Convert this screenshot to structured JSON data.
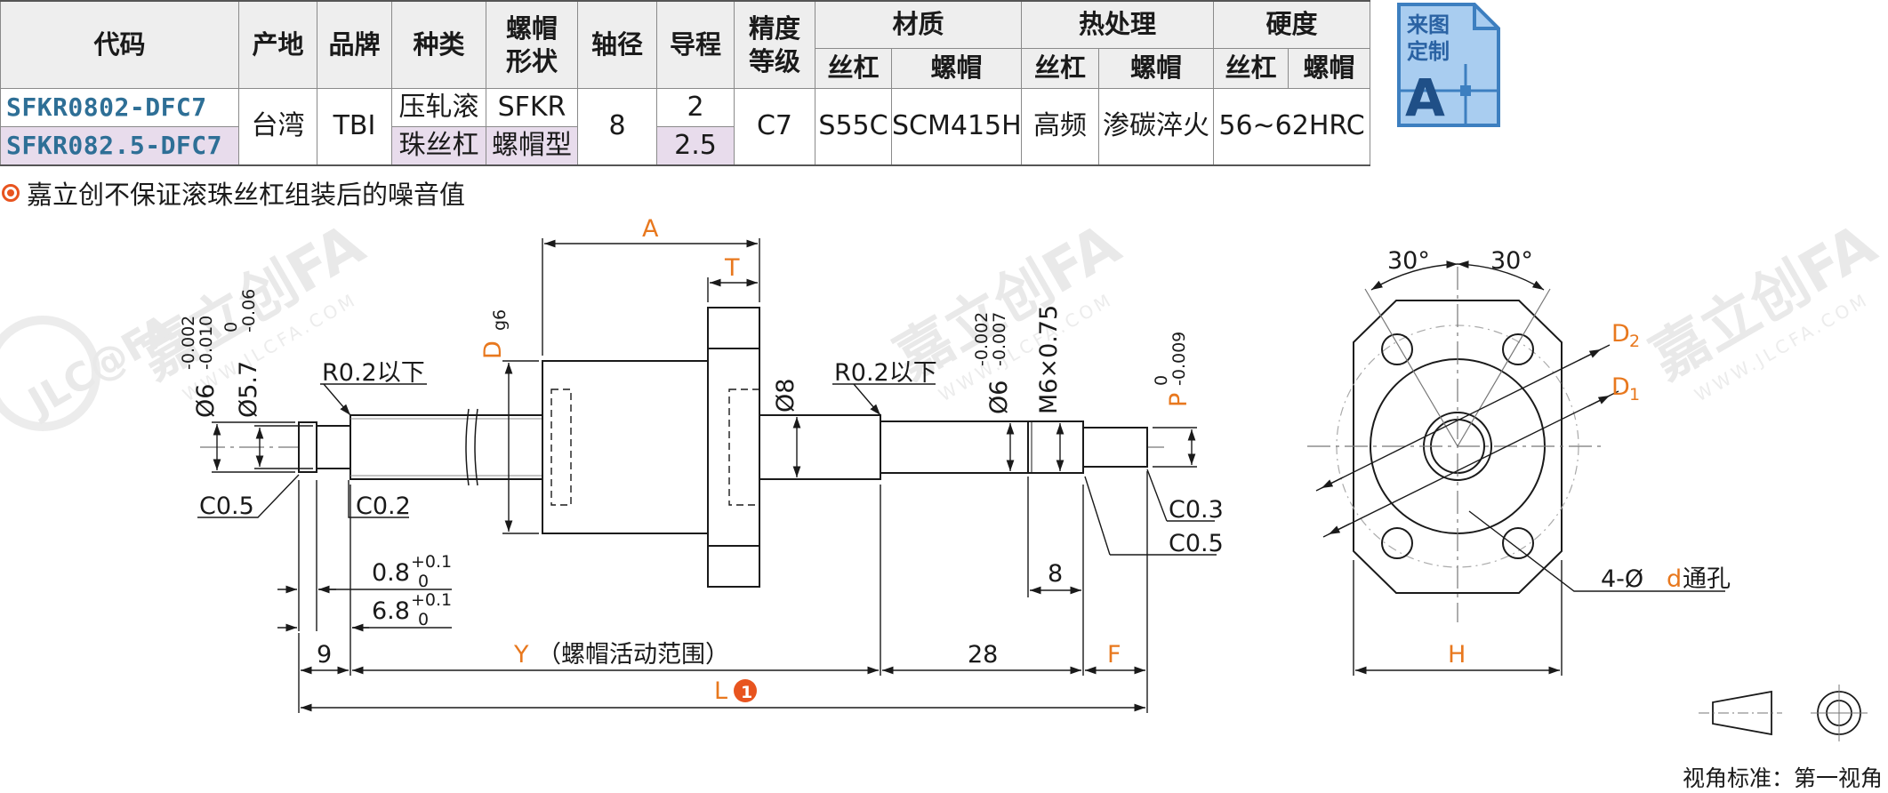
{
  "table": {
    "headers": {
      "code": "代码",
      "origin": "产地",
      "brand": "品牌",
      "type": "种类",
      "nut_shape": "螺帽形状",
      "shaft_dia": "轴径",
      "lead": "导程",
      "accuracy": "精度等级",
      "material": "材质",
      "heat_treatment": "热处理",
      "hardness": "硬度",
      "sub_screw": "丝杠",
      "sub_nut": "螺帽"
    },
    "rows": [
      {
        "code": "SFKR0802-DFC7",
        "lead": "2"
      },
      {
        "code": "SFKR082.5-DFC7",
        "lead": "2.5"
      }
    ],
    "shared": {
      "origin": "台湾",
      "brand": "TBI",
      "type_line1": "压轧滚",
      "type_line2": "珠丝杠",
      "nut_shape_line1": "SFKR",
      "nut_shape_line2": "螺帽型",
      "shaft_dia": "8",
      "accuracy": "C7",
      "material_screw": "S55C",
      "material_nut": "SCM415H",
      "heat_screw": "高频",
      "heat_nut": "渗碳淬火",
      "hardness": "56~62HRC"
    }
  },
  "badge": {
    "line1": "来图",
    "line2": "定制",
    "letter": "A"
  },
  "note": "嘉立创不保证滚珠丝杠组装后的噪音值",
  "drawing": {
    "A": "A",
    "T": "T",
    "Dg6": "Dg6",
    "d_shaft1": "Ø6-0.002/-0.010",
    "d_shaft1_main": "Ø6",
    "d_shaft1_up": "-0.002",
    "d_shaft1_lo": "-0.010",
    "d_groove_main": "Ø5.7",
    "d_groove_up": "0",
    "d_groove_lo": "-0.06",
    "r_left": "R0.2以下",
    "r_right": "R0.2以下",
    "d8": "Ø8",
    "d_shaft2_main": "Ø6",
    "d_shaft2_up": "-0.002",
    "d_shaft2_lo": "-0.007",
    "thread": "M6×0.75",
    "p_main": "P",
    "p_up": "0",
    "p_lo": "-0.009",
    "c05_left": "C0.5",
    "c02": "C0.2",
    "c03": "C0.3",
    "c05_right": "C0.5",
    "dim_08_main": "0.8",
    "dim_08_up": "+0.1",
    "dim_08_lo": "0",
    "dim_68_main": "6.8",
    "dim_68_up": "+0.1",
    "dim_68_lo": "0",
    "dim_9": "9",
    "dim_Y": "Y",
    "dim_Y_note": "（螺帽活动范围）",
    "dim_28": "28",
    "dim_F": "F",
    "dim_8": "8",
    "dim_L": "L",
    "note_num": "1",
    "angle1": "30°",
    "angle2": "30°",
    "D2_main": "D",
    "D2_sub": "2",
    "D1_main": "D",
    "D1_sub": "1",
    "hole_pre": "4-Ø",
    "hole_d": "d",
    "hole_post": "通孔",
    "H": "H"
  },
  "watermark": {
    "brand": "嘉立创FA",
    "site": "WWW.JLCFA.COM",
    "logo": "JLC@FA"
  },
  "view_standard": "视角标准：第一视角",
  "colors": {
    "code_blue": "#2e6f96",
    "accent_orange": "#e8781e",
    "badge_blue": "#3d7fc0",
    "row_shade": "#e8dcec"
  }
}
